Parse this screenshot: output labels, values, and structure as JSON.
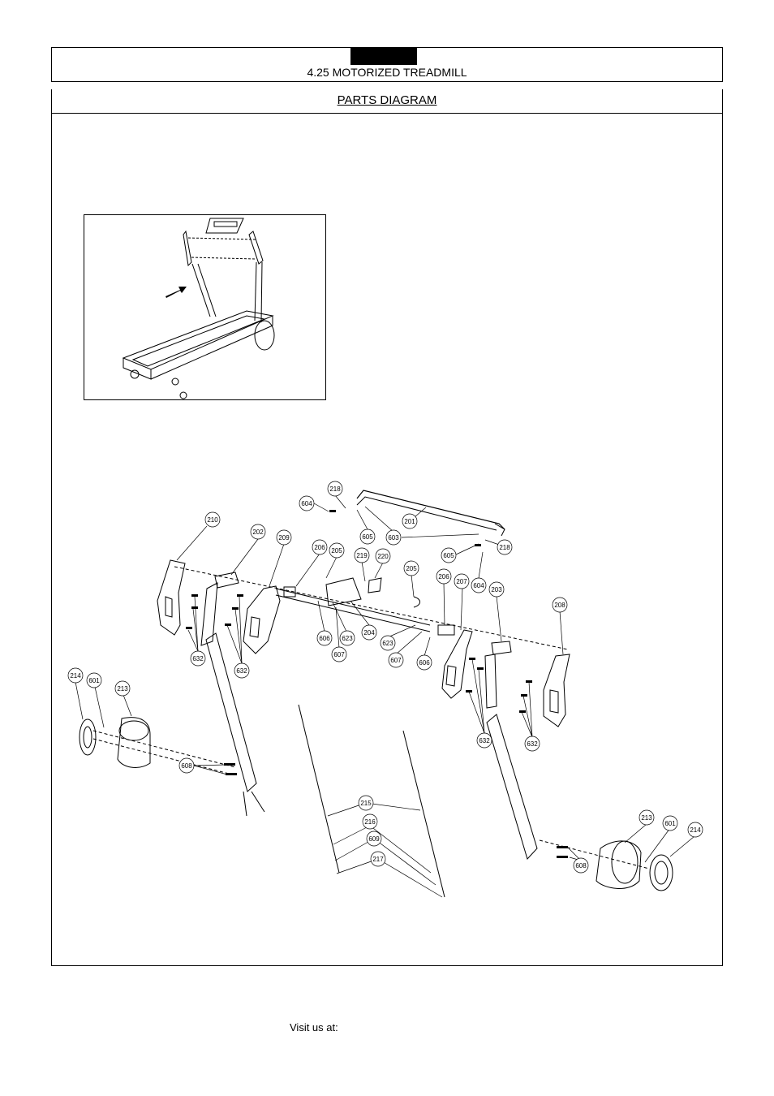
{
  "header": {
    "title": "4.25 MOTORIZED TREADMILL",
    "subtitle": "PARTS DIAGRAM"
  },
  "footer": {
    "text": "Visit us at:"
  },
  "callouts": [
    {
      "id": "218a",
      "label": "218"
    },
    {
      "id": "604a",
      "label": "604"
    },
    {
      "id": "201",
      "label": "201"
    },
    {
      "id": "605a",
      "label": "605"
    },
    {
      "id": "603",
      "label": "603"
    },
    {
      "id": "218b",
      "label": "218"
    },
    {
      "id": "605b",
      "label": "605"
    },
    {
      "id": "604b",
      "label": "604"
    },
    {
      "id": "210",
      "label": "210"
    },
    {
      "id": "202",
      "label": "202"
    },
    {
      "id": "209",
      "label": "209"
    },
    {
      "id": "206a",
      "label": "206"
    },
    {
      "id": "205a",
      "label": "205"
    },
    {
      "id": "219",
      "label": "219"
    },
    {
      "id": "220",
      "label": "220"
    },
    {
      "id": "205b",
      "label": "205"
    },
    {
      "id": "206b",
      "label": "206"
    },
    {
      "id": "207",
      "label": "207"
    },
    {
      "id": "203",
      "label": "203"
    },
    {
      "id": "208",
      "label": "208"
    },
    {
      "id": "606a",
      "label": "606"
    },
    {
      "id": "623a",
      "label": "623"
    },
    {
      "id": "204",
      "label": "204"
    },
    {
      "id": "623b",
      "label": "623"
    },
    {
      "id": "607a",
      "label": "607"
    },
    {
      "id": "607b",
      "label": "607"
    },
    {
      "id": "606b",
      "label": "606"
    },
    {
      "id": "632a",
      "label": "632"
    },
    {
      "id": "632b",
      "label": "632"
    },
    {
      "id": "632c",
      "label": "632"
    },
    {
      "id": "632d",
      "label": "632"
    },
    {
      "id": "214a",
      "label": "214"
    },
    {
      "id": "601a",
      "label": "601"
    },
    {
      "id": "213a",
      "label": "213"
    },
    {
      "id": "608a",
      "label": "608"
    },
    {
      "id": "215",
      "label": "215"
    },
    {
      "id": "216",
      "label": "216"
    },
    {
      "id": "609",
      "label": "609"
    },
    {
      "id": "217",
      "label": "217"
    },
    {
      "id": "213b",
      "label": "213"
    },
    {
      "id": "601b",
      "label": "601"
    },
    {
      "id": "214b",
      "label": "214"
    },
    {
      "id": "608b",
      "label": "608"
    }
  ]
}
